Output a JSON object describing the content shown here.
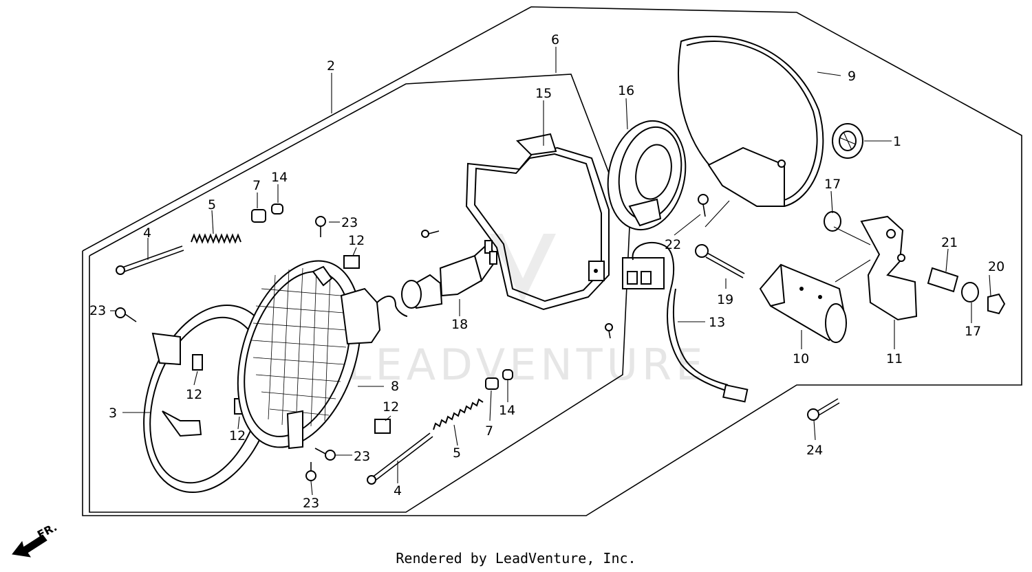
{
  "diagram": {
    "watermark": "LEADVENTURE",
    "direction_label": "FR.",
    "footer": "Rendered by LeadVenture, Inc.",
    "callouts": {
      "c1": "1",
      "c2": "2",
      "c3": "3",
      "c4a": "4",
      "c4b": "4",
      "c5a": "5",
      "c5b": "5",
      "c6": "6",
      "c7a": "7",
      "c7b": "7",
      "c8": "8",
      "c9": "9",
      "c10": "10",
      "c11": "11",
      "c12a": "12",
      "c12b": "12",
      "c12c": "12",
      "c12d": "12",
      "c13": "13",
      "c14a": "14",
      "c14b": "14",
      "c15": "15",
      "c16": "16",
      "c17a": "17",
      "c17b": "17",
      "c18": "18",
      "c19": "19",
      "c20": "20",
      "c21": "21",
      "c22": "22",
      "c23a": "23",
      "c23b": "23",
      "c23c": "23",
      "c23d": "23",
      "c24": "24"
    }
  }
}
